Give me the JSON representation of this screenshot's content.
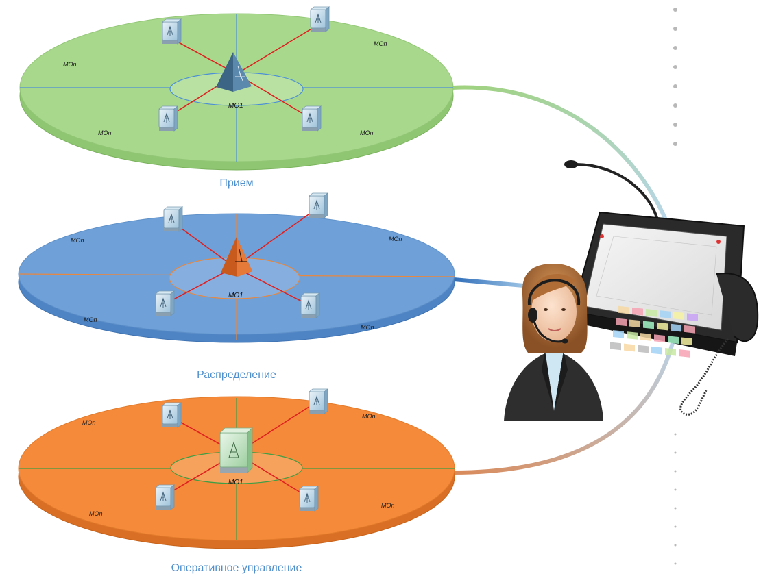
{
  "colors": {
    "reception": "#a8d88c",
    "distribution": "#6fa1d8",
    "operational": "#f48a3a",
    "label_text": "#4f8fcc",
    "divider_lines": {
      "reception": "#4d8fd6",
      "distribution": "#e8873e",
      "operational": "#3e9e45"
    },
    "links": "#e02020"
  },
  "layers": [
    {
      "key": "reception",
      "label": "Прием",
      "center_label": "MO1",
      "node_labels": [
        "MOn",
        "MOn",
        "MOn",
        "MOn"
      ],
      "central_icon": "pyramid-dark-blue-icon"
    },
    {
      "key": "distribution",
      "label": "Распределение",
      "center_label": "MO1",
      "node_labels": [
        "MOn",
        "MOn",
        "MOn",
        "MOn"
      ],
      "central_icon": "pyramid-orange-icon"
    },
    {
      "key": "operational",
      "label": "Оперативное управление",
      "center_label": "MO1",
      "node_labels": [
        "MOn",
        "MOn",
        "MOn",
        "MOn"
      ],
      "central_icon": "server-cube-green-icon"
    }
  ],
  "node_icon": "terminal-box-icon",
  "operator_icon": "operator-headset-icon",
  "console_icon": "dispatch-console-icon"
}
